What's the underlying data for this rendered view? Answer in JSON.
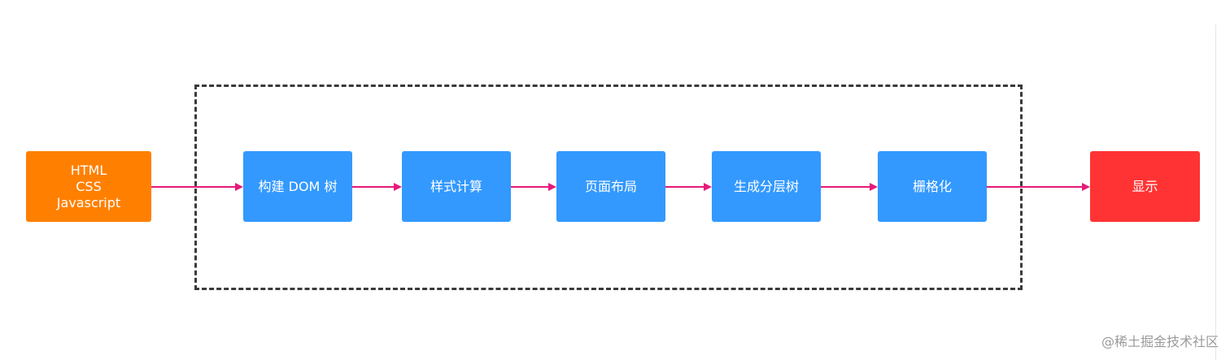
{
  "diagram": {
    "source": {
      "lines": [
        "HTML",
        "CSS",
        "Javascript"
      ],
      "color": "#ff8000"
    },
    "steps": [
      {
        "label": "构建 DOM 树"
      },
      {
        "label": "样式计算"
      },
      {
        "label": "页面布局"
      },
      {
        "label": "生成分层树"
      },
      {
        "label": "栅格化"
      }
    ],
    "step_color": "#3399ff",
    "output": {
      "label": "显示",
      "color": "#ff3333"
    },
    "arrow_color": "#e6197a",
    "group_border_color": "#3a3a3a"
  },
  "watermark": {
    "text": "@稀土掘金技术社区"
  }
}
